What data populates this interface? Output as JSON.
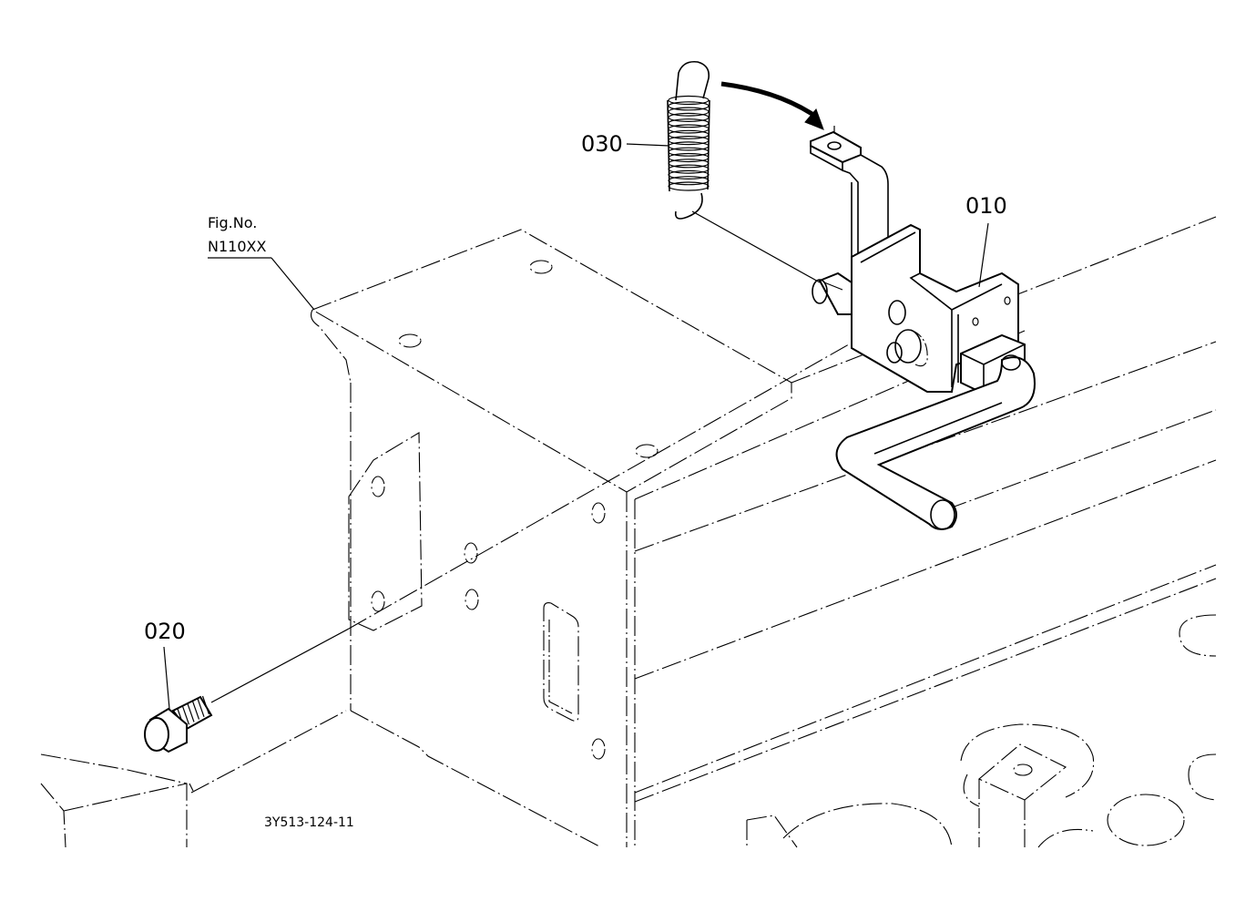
{
  "callouts": {
    "part_010": "010",
    "part_020": "020",
    "part_030": "030"
  },
  "reference": {
    "fig_label": "Fig.No.",
    "fig_number": "N110XX"
  },
  "drawing_code": "3Y513-124-11"
}
